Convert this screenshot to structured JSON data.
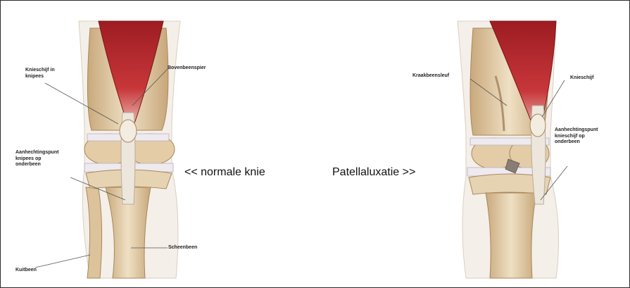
{
  "captions": {
    "normal": "<< normale knie",
    "luxation": "Patellaluxatie >>"
  },
  "left_labels": {
    "knieschijf_knippees": "Knieschijf in\nknipees",
    "bovenbeenspier": "Bovenbeenspier",
    "aanhechtingspunt": "Aanhechtingspunt\nknipees op\nonderbeen",
    "scheenbeen": "Scheenbeen",
    "kuitbeen": "Kuitbeen"
  },
  "right_labels": {
    "kraakbeensleuf": "Kraakbeensleuf",
    "knieschijf": "Knieschijf",
    "aanhechtingspunt": "Aanhechtingspunt\nknieschijf op\nonderbeen"
  },
  "colors": {
    "muscle": "#b5262b",
    "bone": "#e6d3b1",
    "bone_shade": "#c9a97c",
    "tendon": "#ece6dc"
  }
}
